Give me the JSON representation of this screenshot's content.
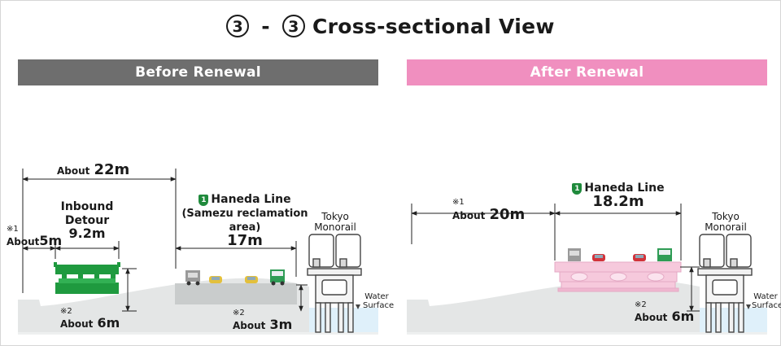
{
  "title": {
    "left_num": "3",
    "dash": "-",
    "right_num": "3",
    "text": "Cross-sectional View"
  },
  "before": {
    "header": "Before Renewal",
    "total": {
      "prefix": "About",
      "value": "22m"
    },
    "left_gap": {
      "note": "※1",
      "prefix": "About",
      "value": "5m"
    },
    "detour": {
      "line1": "Inbound",
      "line2": "Detour",
      "value": "9.2m"
    },
    "detour_height": {
      "note": "※2",
      "prefix": "About",
      "value": "6m"
    },
    "route": {
      "badge": "1",
      "name": "Haneda Line",
      "sub1": "(Samezu reclamation",
      "sub2": "area)",
      "value": "17m"
    },
    "road_height": {
      "note": "※2",
      "prefix": "About",
      "value": "3m"
    },
    "monorail": {
      "line1": "Tokyo",
      "line2": "Monorail"
    },
    "water": {
      "line1": "Water",
      "line2": "Surface"
    }
  },
  "after": {
    "header": "After Renewal",
    "gap": {
      "note": "※1",
      "prefix": "About",
      "value": "20m"
    },
    "route": {
      "badge": "1",
      "name": "Haneda Line",
      "value": "18.2m"
    },
    "height": {
      "note": "※2",
      "prefix": "About",
      "value": "6m"
    },
    "monorail": {
      "line1": "Tokyo",
      "line2": "Monorail"
    },
    "water": {
      "line1": "Water",
      "line2": "Surface"
    }
  },
  "colors": {
    "before_band": "#6e6e6e",
    "after_band": "#f08fbf",
    "detour": "#1f9a3f",
    "new_deck": "#f6c9dc",
    "ground": "#e4e6e6",
    "water": "#dff0fa",
    "route_badge": "#1f8a3c"
  }
}
